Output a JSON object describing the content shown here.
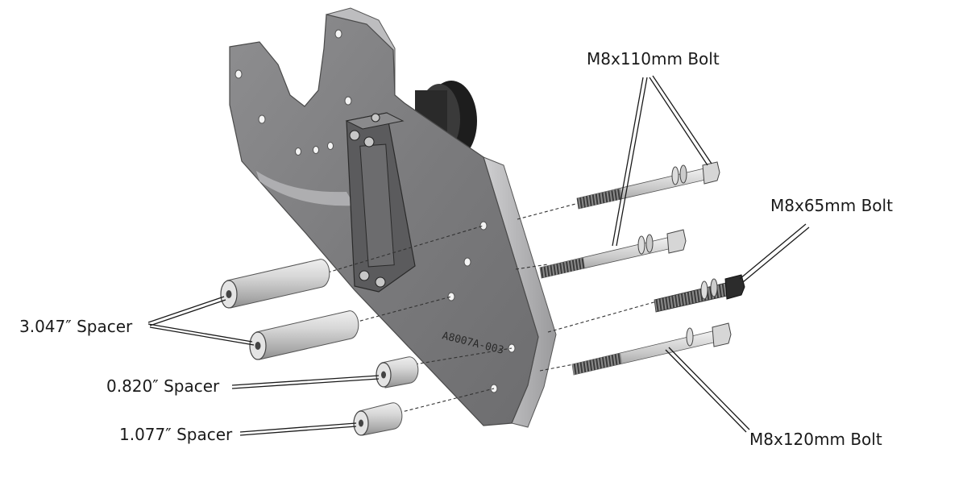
{
  "diagram": {
    "part_stamp": "A8007A-003",
    "callouts": {
      "bolt_110": "M8x110mm Bolt",
      "bolt_65": "M8x65mm Bolt",
      "bolt_120": "M8x120mm Bolt",
      "spacer_3047": "3.047″ Spacer",
      "spacer_0820": "0.820″ Spacer",
      "spacer_1077": "1.077″ Spacer"
    }
  }
}
